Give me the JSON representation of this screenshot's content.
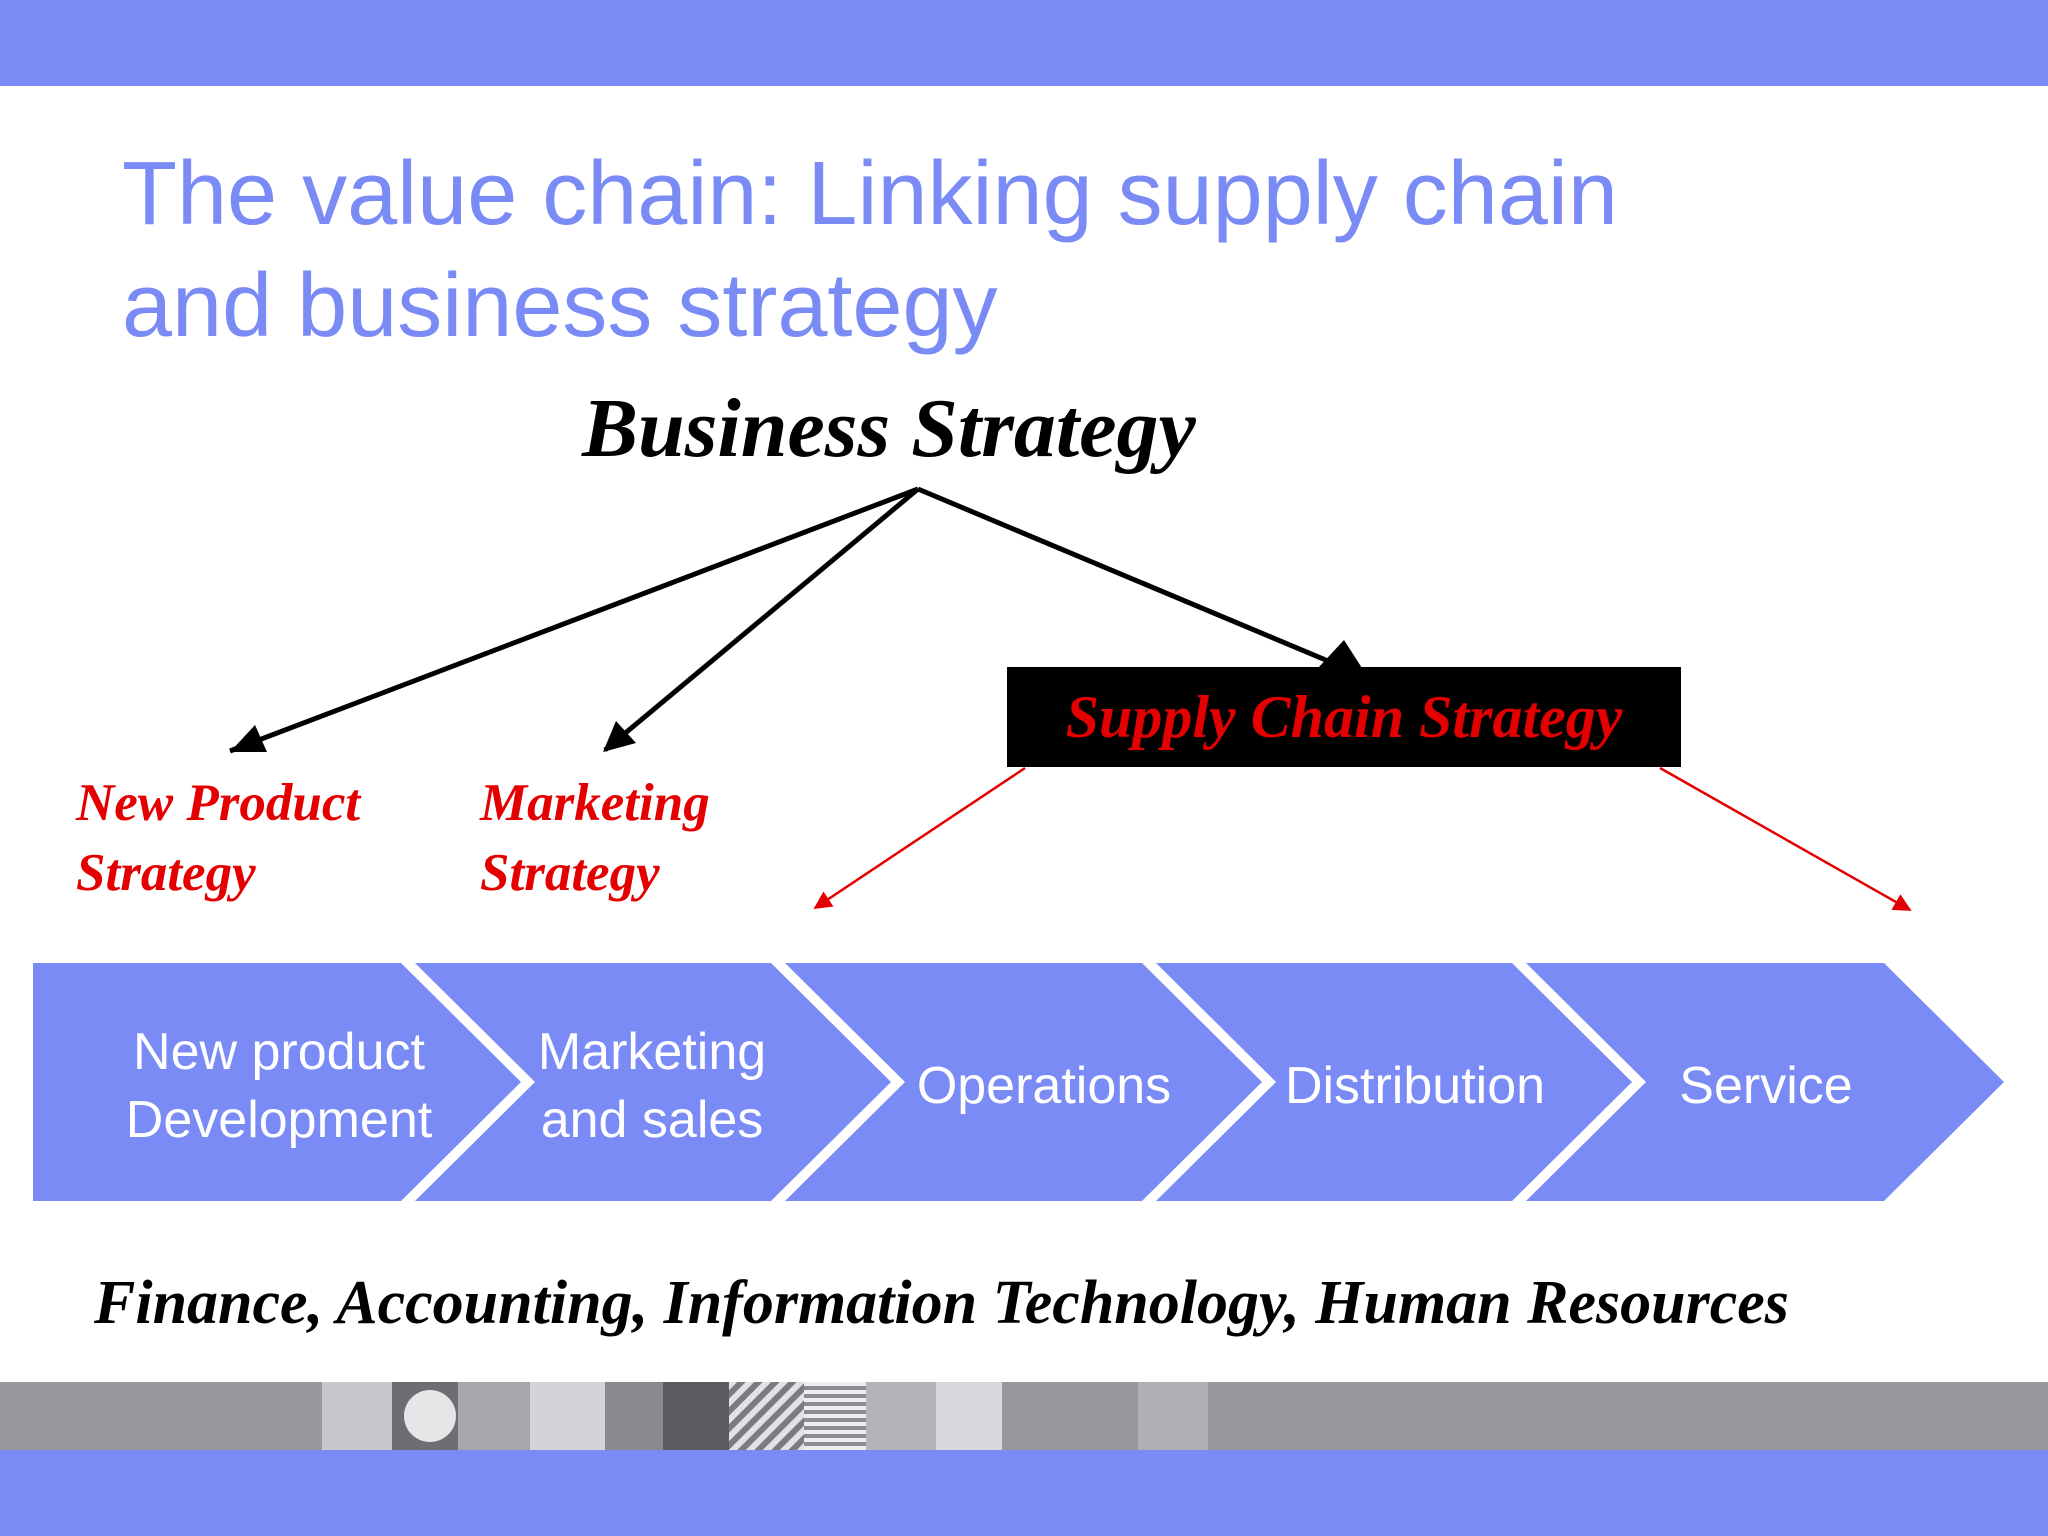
{
  "slide": {
    "title_line1": "The value chain: Linking supply chain",
    "title_line2": "and business strategy"
  },
  "hierarchy": {
    "root": "Business Strategy",
    "branches": [
      {
        "line1": "New Product",
        "line2": "Strategy"
      },
      {
        "line1": "Marketing",
        "line2": "Strategy"
      },
      {
        "line1": "Supply Chain Strategy"
      }
    ]
  },
  "value_chain": [
    {
      "line1": "New product",
      "line2": "Development"
    },
    {
      "line1": "Marketing",
      "line2": "and sales"
    },
    {
      "line1": "Operations"
    },
    {
      "line1": "Distribution"
    },
    {
      "line1": "Service"
    }
  ],
  "support_functions": "Finance, Accounting, Information Technology, Human Resources",
  "colors": {
    "accent": "#7a8bf5",
    "highlight": "#e40000",
    "text": "#000000",
    "footer_strip": "#98989c"
  }
}
